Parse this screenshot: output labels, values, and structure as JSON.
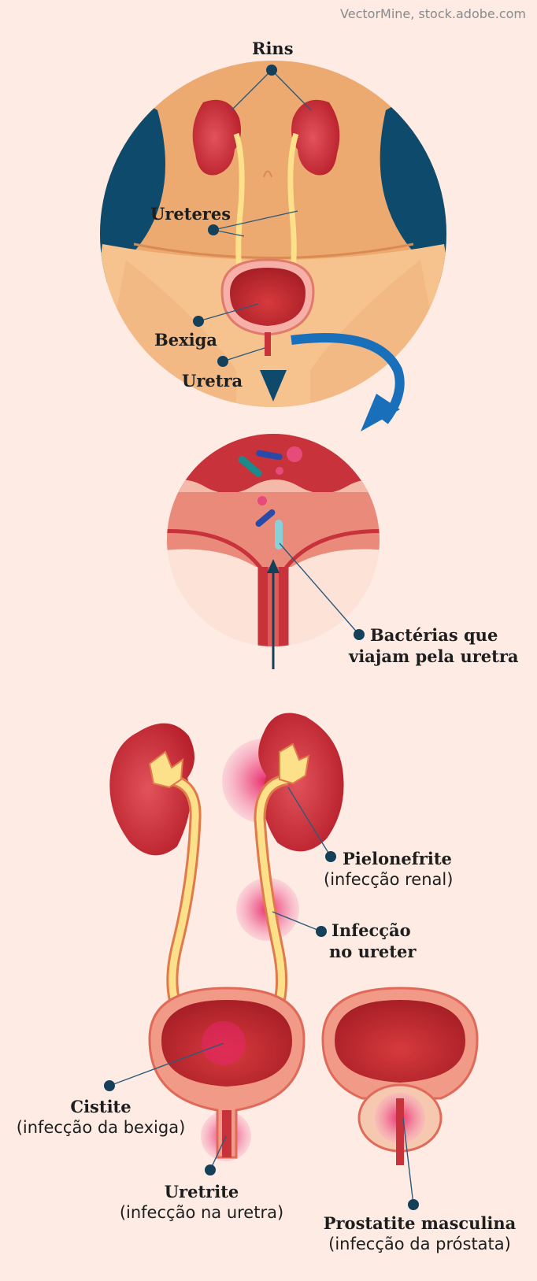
{
  "credit": "VectorMine, stock.adobe.com",
  "labels": {
    "rins": "Rins",
    "ureteres": "Ureteres",
    "bexiga": "Bexiga",
    "uretra": "Uretra",
    "bacterias_line1": "Bactérias que",
    "bacterias_line2": "viajam pela uretra",
    "pielonefrite": "Pielonefrite",
    "pielonefrite_sub": "(infecção renal)",
    "infeccao_line1": "Infecção",
    "infeccao_line2": "no ureter",
    "cistite": "Cistite",
    "cistite_sub": "(infecção da bexiga)",
    "uretrite": "Uretrite",
    "uretrite_sub": "(infecção na uretra)",
    "prostatite": "Prostatite masculina",
    "prostatite_sub": "(infecção da próstata)"
  },
  "colors": {
    "background": "#fdebe4",
    "skin": "#eda266",
    "organ_red": "#c8323a",
    "urine_yellow": "#fde08a",
    "arrow_blue": "#1a6fba",
    "pointer_dot": "#14405a",
    "infection_pink": "#e8437a"
  }
}
